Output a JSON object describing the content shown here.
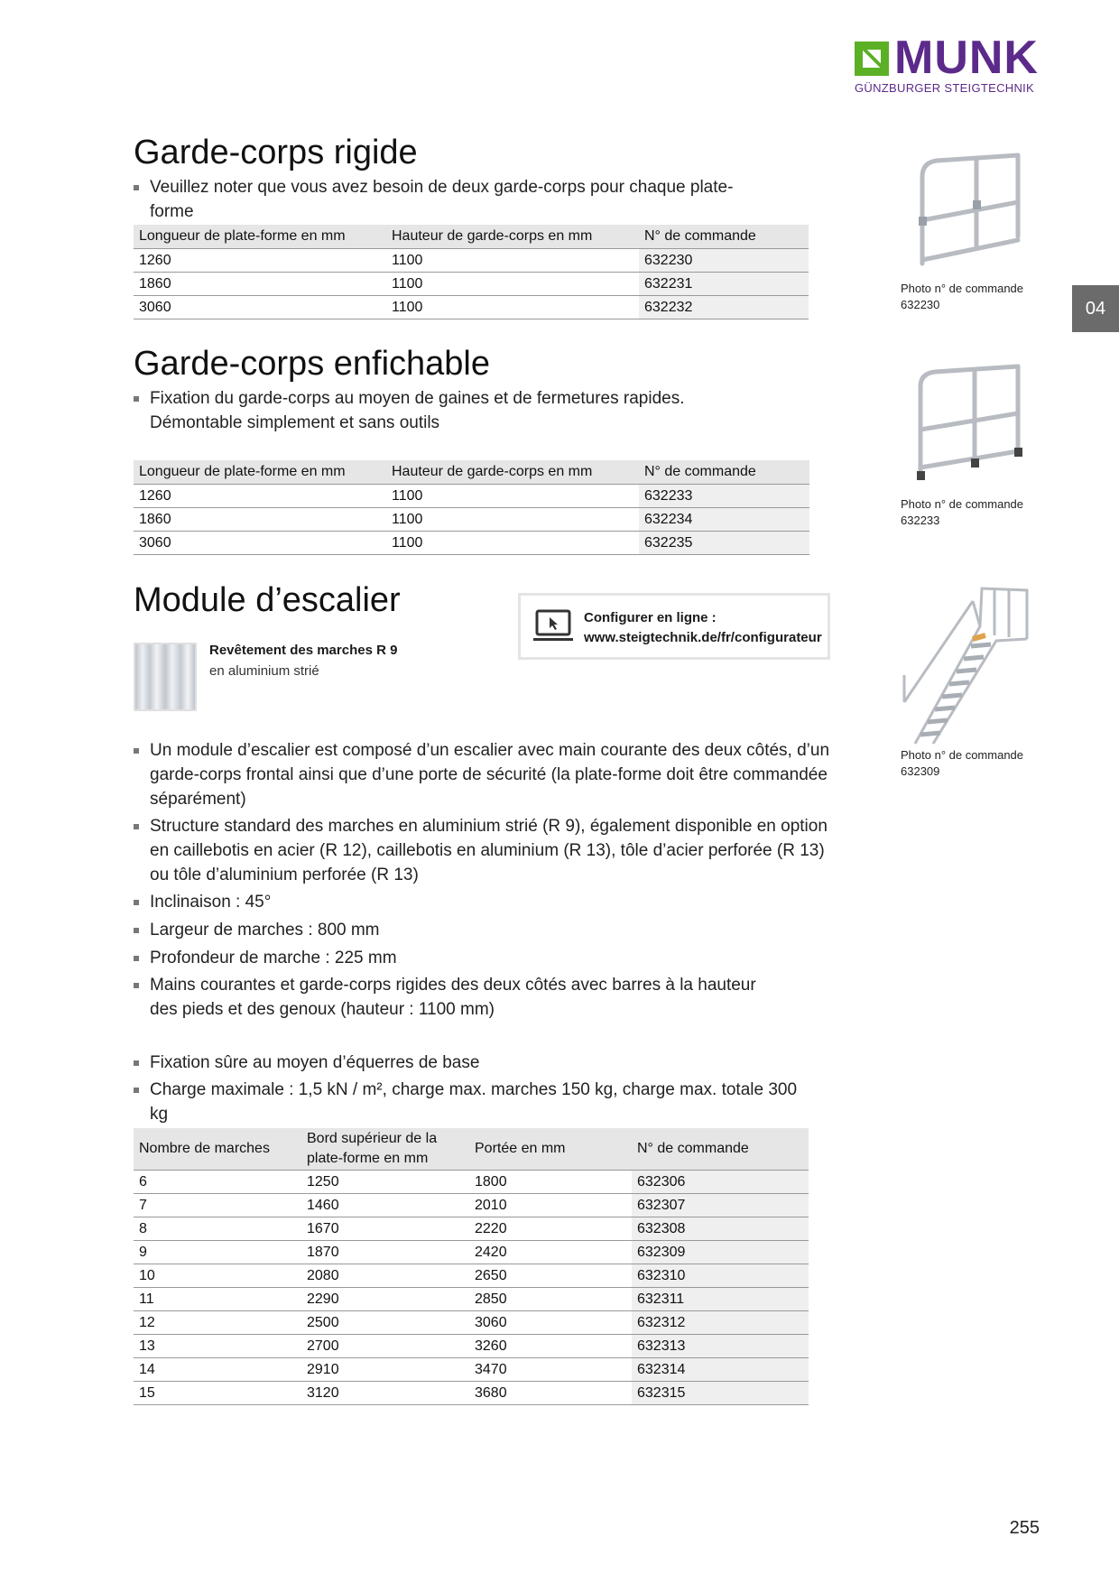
{
  "logo": {
    "name": "MUNK",
    "subtitle": "GÜNZBURGER STEIGTECHNIK"
  },
  "tab_label": "04",
  "page_number": "255",
  "sections": {
    "rigide": {
      "title": "Garde-corps rigide",
      "bullets": [
        "Veuillez noter que vous avez besoin de deux garde-corps pour chaque plate-forme"
      ],
      "headers": [
        "Longueur de plate-forme en mm",
        "Hauteur de garde-corps en mm",
        "N° de commande"
      ],
      "rows": [
        [
          "1260",
          "1100",
          "632230"
        ],
        [
          "1860",
          "1100",
          "632231"
        ],
        [
          "3060",
          "1100",
          "632232"
        ]
      ]
    },
    "enfichable": {
      "title": "Garde-corps enfichable",
      "bullets": [
        "Fixation du garde-corps au moyen de gaines et de fermetures rapides. Démontable simplement et sans outils"
      ],
      "headers": [
        "Longueur de plate-forme en mm",
        "Hauteur de garde-corps en mm",
        "N° de commande"
      ],
      "rows": [
        [
          "1260",
          "1100",
          "632233"
        ],
        [
          "1860",
          "1100",
          "632234"
        ],
        [
          "3060",
          "1100",
          "632235"
        ]
      ]
    },
    "escalier": {
      "title": "Module d’escalier",
      "config_line1": "Configurer en ligne :",
      "config_line2": "www.steigtechnik.de/fr/configurateur",
      "swatch_title": "Revêtement des marches R 9",
      "swatch_sub": "en aluminium strié",
      "bullets": [
        "Un module d’escalier est composé d’un escalier avec main courante des deux côtés, d’un garde-corps frontal ainsi que d’une porte de sécurité (la plate-forme doit être commandée séparément)",
        "Structure standard des marches en aluminium strié (R 9), également disponible en option en caillebotis en acier (R 12), caillebotis en aluminium (R 13), tôle d’acier perforée (R 13) ou tôle d’aluminium perforée (R 13)",
        "Inclinaison : 45°",
        "Largeur de marches : 800 mm",
        "Profondeur de marche : 225 mm",
        "Mains courantes et garde-corps rigides des deux côtés avec barres à la hauteur des pieds et des genoux (hauteur : 1100 mm)",
        "Fixation sûre au moyen d’équerres de base",
        "Charge maximale : 1,5 kN / m², charge max. marches 150 kg, charge max. totale 300 kg"
      ],
      "headers": [
        "Nombre de marches",
        "Bord supérieur de la plate-forme en mm",
        "Portée en mm",
        "N° de commande"
      ],
      "rows": [
        [
          "6",
          "1250",
          "1800",
          "632306"
        ],
        [
          "7",
          "1460",
          "2010",
          "632307"
        ],
        [
          "8",
          "1670",
          "2220",
          "632308"
        ],
        [
          "9",
          "1870",
          "2420",
          "632309"
        ],
        [
          "10",
          "2080",
          "2650",
          "632310"
        ],
        [
          "11",
          "2290",
          "2850",
          "632311"
        ],
        [
          "12",
          "2500",
          "3060",
          "632312"
        ],
        [
          "13",
          "2700",
          "3260",
          "632313"
        ],
        [
          "14",
          "2910",
          "3470",
          "632314"
        ],
        [
          "15",
          "3120",
          "3680",
          "632315"
        ]
      ]
    }
  },
  "photos": [
    {
      "caption": "Photo n° de commande",
      "number": "632230"
    },
    {
      "caption": "Photo n° de commande",
      "number": "632233"
    },
    {
      "caption": "Photo n° de commande",
      "number": "632309"
    }
  ]
}
